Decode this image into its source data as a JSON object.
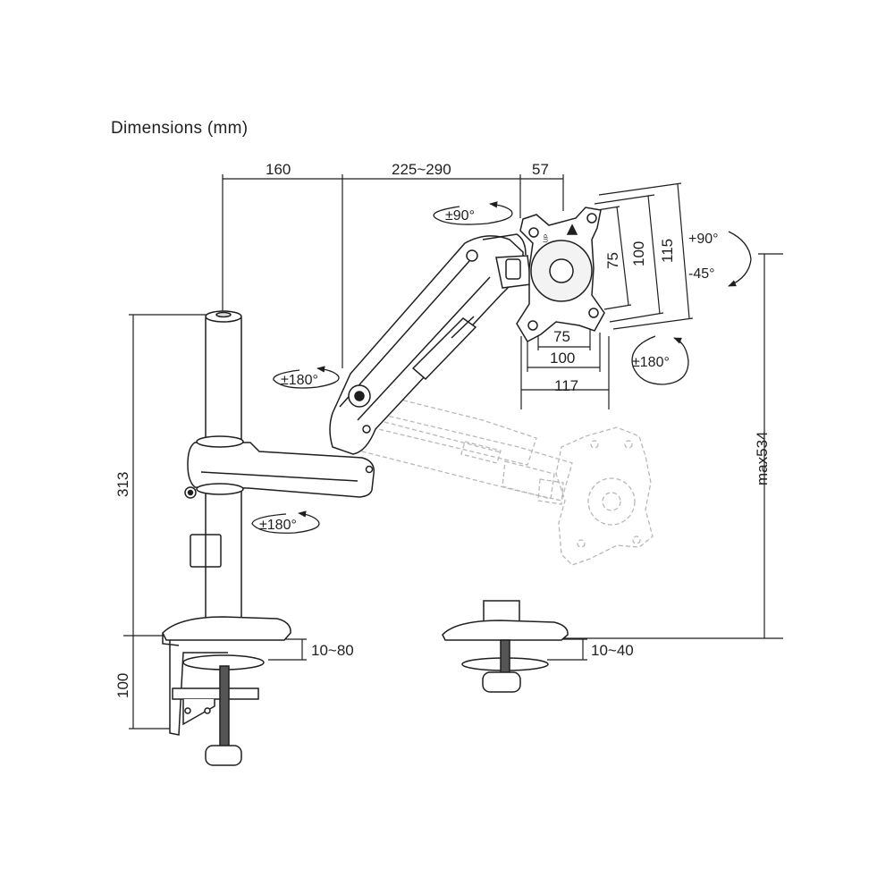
{
  "title": "Dimensions (mm)",
  "dimensions": {
    "arm_offset": "160",
    "arm_reach": "225~290",
    "head_offset": "57",
    "pole_height": "313",
    "clamp_height": "100",
    "max_height": "max534",
    "clamp_desk_range": "10~80",
    "grommet_desk_range": "10~40",
    "vesa_w_75": "75",
    "vesa_w_100": "100",
    "vesa_w_117": "117",
    "vesa_h_75": "75",
    "vesa_h_100": "100",
    "vesa_h_115": "115"
  },
  "rotations": {
    "swivel_head": "±90°",
    "swivel_elbow": "±180°",
    "swivel_base": "±180°",
    "rotate_screen": "±180°",
    "tilt_up": "+90°",
    "tilt_down": "-45°"
  },
  "plate_label": "UP"
}
